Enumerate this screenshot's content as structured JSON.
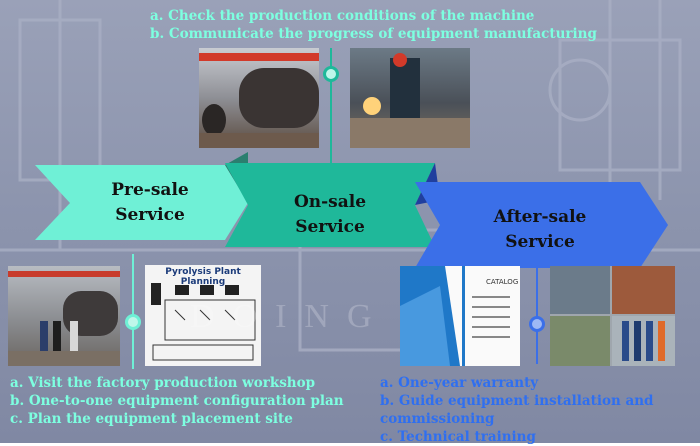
{
  "on_sale": {
    "notes": [
      "a. Check the production conditions of the machine",
      "b. Communicate the progress of equipment manufacturing"
    ],
    "label_line1": "On-sale",
    "label_line2": "Service",
    "color": "#1fb89a"
  },
  "pre_sale": {
    "notes": [
      "a. Visit the factory production workshop",
      "b. One-to-one equipment configuration plan",
      "c. Plan the equipment placement site"
    ],
    "label_line1": "Pre-sale",
    "label_line2": "Service",
    "color": "#6ff0d6",
    "plan_title": "Pyrolysis Plant Planning"
  },
  "after_sale": {
    "notes": [
      "a. One-year warranty",
      "b. Guide equipment installation and commissioning",
      "c. Technical training"
    ],
    "label_line1": "After-sale",
    "label_line2": "Service",
    "color": "#3b6fe8",
    "catalog_label": "CATALOG"
  },
  "watermark": "DOING",
  "colors": {
    "text_teal": "#7dffe0",
    "text_blue": "#2f6ff0",
    "background": "#8f97b0"
  }
}
